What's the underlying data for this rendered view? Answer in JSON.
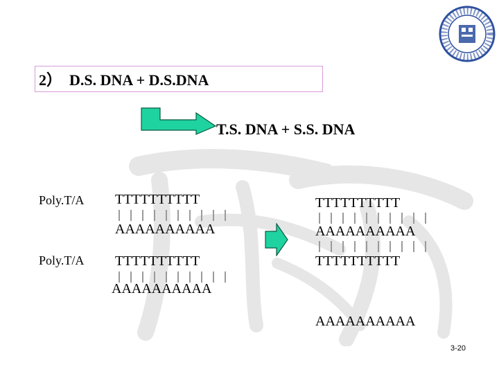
{
  "slide": {
    "title": "2）  D.S. DNA + D.S.DNA",
    "subtitle": "T.S. DNA + S.S. DNA",
    "page_number": "3-20"
  },
  "left": {
    "row1_label": "Poly.T/A",
    "row1_top": "TTTTTTTTTT",
    "row1_bottom": "AAAAAAAAAA",
    "row2_label": "Poly.T/A",
    "row2_top": "TTTTTTTTTT",
    "row2_bottom": "AAAAAAAAAA"
  },
  "right": {
    "strand1": "TTTTTTTTTT",
    "strand2": "AAAAAAAAAA",
    "strand3": "TTTTTTTTTT",
    "strand4": "AAAAAAAAAA"
  },
  "colors": {
    "arrow_fill": "#1fd3a0",
    "title_border": "#d99bd9",
    "bond_color": "#9a9a9a"
  },
  "icons": {
    "logo": "university-seal-logo",
    "arrow1": "bent-right-arrow-icon",
    "arrow2": "right-arrow-icon"
  }
}
